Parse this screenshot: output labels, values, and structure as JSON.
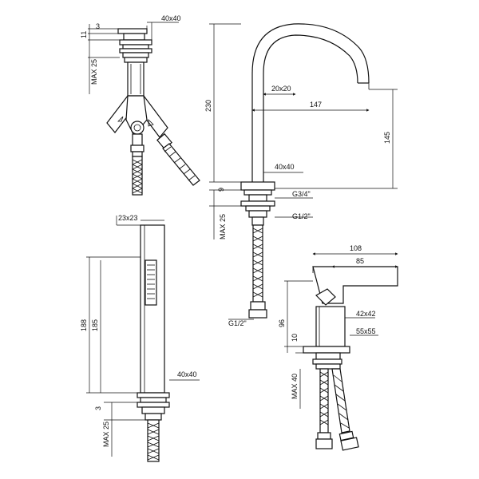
{
  "labels": {
    "top_left_width": "40x40",
    "top_left_3": "3",
    "top_left_11": "11",
    "top_left_max25": "MAX 25",
    "height_230": "230",
    "spout_20x20": "20x20",
    "reach_147": "147",
    "height_145": "145",
    "base_40x40": "40x40",
    "height_9": "9",
    "thread_g34": "G3/4\"",
    "thread_g12_top": "G1/2\"",
    "max25_mid": "MAX 25",
    "thread_g12_left": "G1/2\"",
    "shower_23x23": "23x23",
    "height_188": "188",
    "height_185": "185",
    "shower_40x40": "40x40",
    "shower_3": "3",
    "shower_max25": "MAX 25",
    "width_108": "108",
    "width_85": "85",
    "height_96": "96",
    "body_42x42": "42x42",
    "height_10": "10",
    "base_55x55": "55x55",
    "max40": "MAX 40"
  }
}
